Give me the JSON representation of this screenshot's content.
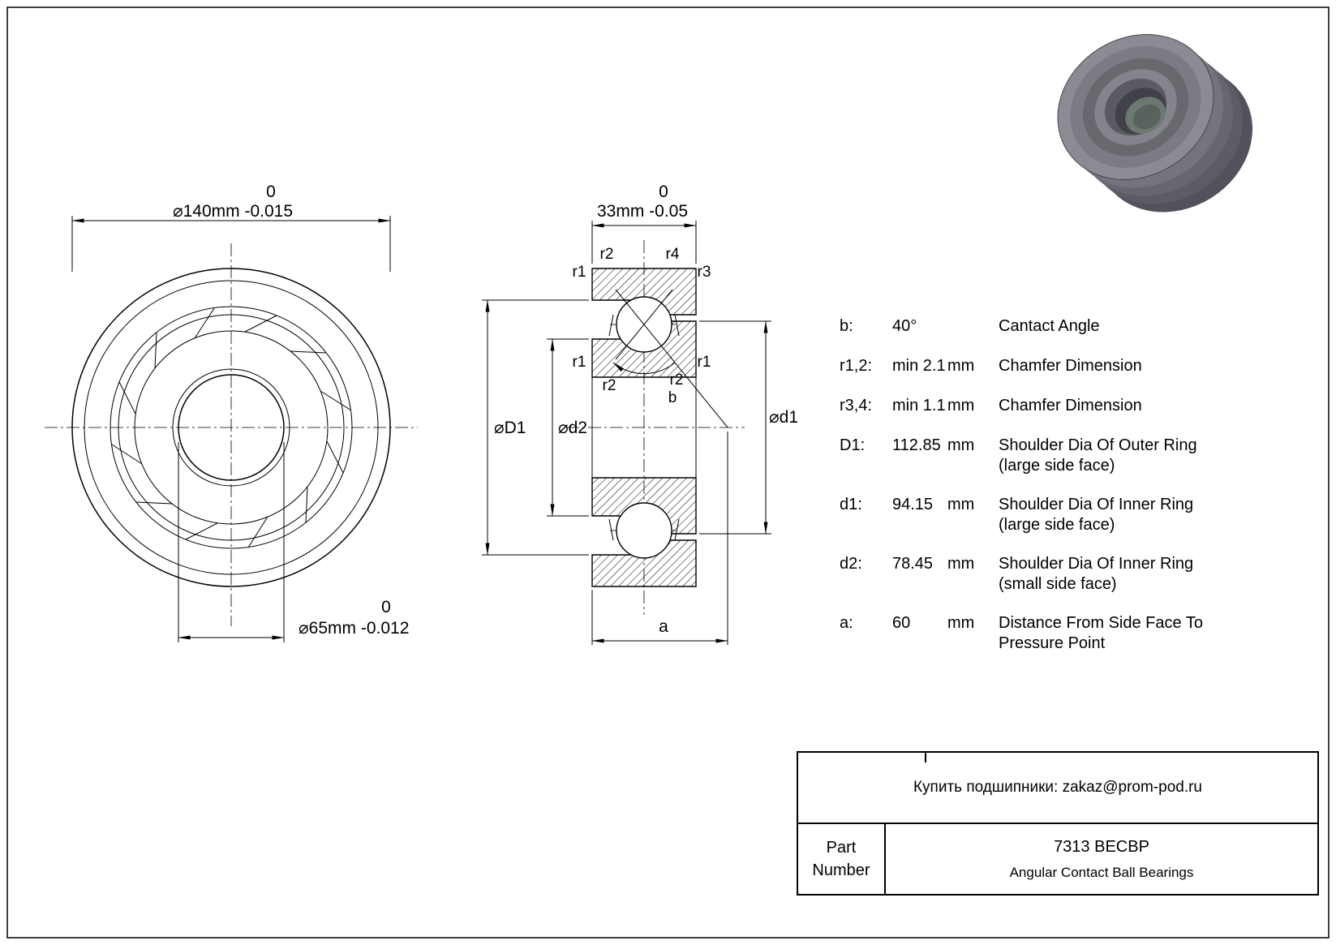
{
  "drawing": {
    "front_view": {
      "outer_dim_upper": "0",
      "outer_dim": "⌀140mm -0.015",
      "bore_dim_upper": "0",
      "bore_dim": "⌀65mm -0.012"
    },
    "section_view": {
      "width_dim_upper": "0",
      "width_dim": "33mm -0.05",
      "labels": {
        "r1": "r1",
        "r2": "r2",
        "r3": "r3",
        "r4": "r4",
        "b": "b",
        "a": "a",
        "D1": "⌀D1",
        "d1": "⌀d1",
        "d2": "⌀d2"
      }
    }
  },
  "spec_table": {
    "rows": [
      {
        "symbol": "b:",
        "value": "40°",
        "unit": "",
        "description": "Cantact Angle"
      },
      {
        "symbol": "r1,2:",
        "value": "min 2.1",
        "unit": "mm",
        "description": "Chamfer Dimension"
      },
      {
        "symbol": "r3,4:",
        "value": "min 1.1",
        "unit": "mm",
        "description": "Chamfer Dimension"
      },
      {
        "symbol": "D1:",
        "value": "112.85",
        "unit": "mm",
        "description": "Shoulder Dia Of Outer Ring\n(large side face)"
      },
      {
        "symbol": "d1:",
        "value": "94.15",
        "unit": "mm",
        "description": "Shoulder Dia Of Inner Ring\n(large side face)"
      },
      {
        "symbol": "d2:",
        "value": "78.45",
        "unit": "mm",
        "description": "Shoulder Dia Of Inner Ring\n(small side face)"
      },
      {
        "symbol": "a:",
        "value": "60",
        "unit": "mm",
        "description": "Distance From Side Face To\nPressure Point"
      }
    ]
  },
  "title_block": {
    "contact_line": "Купить подшипники: zakaz@prom-pod.ru",
    "part_label_line1": "Part",
    "part_label_line2": "Number",
    "part_number": "7313 BECBP",
    "bearing_type": "Angular Contact Ball Bearings"
  }
}
